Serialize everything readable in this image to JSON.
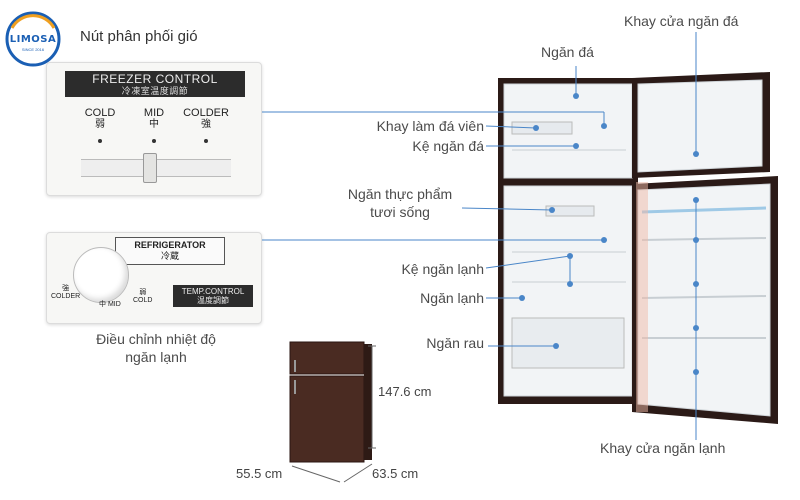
{
  "logo": {
    "name": "LIMOSA",
    "tagline": "SINCE 2016"
  },
  "heading": "Nút phân phối gió",
  "freezer_panel": {
    "title": "FREEZER CONTROL",
    "subtitle": "冷凍室温度調節",
    "settings": [
      {
        "en": "COLD",
        "kanji": "弱"
      },
      {
        "en": "MID",
        "kanji": "中"
      },
      {
        "en": "COLDER",
        "kanji": "強"
      }
    ]
  },
  "fridge_panel": {
    "title": "REFRIGERATOR",
    "title_kanji": "冷蔵",
    "temp_title": "TEMP.CONTROL",
    "temp_kanji": "温度調節",
    "knob": {
      "colder_kanji": "強",
      "colder": "COLDER",
      "mid_kanji": "中",
      "mid": "MID",
      "cold_kanji": "弱",
      "cold": "COLD"
    }
  },
  "caption_fridge_control": {
    "line1": "Điều chỉnh nhiệt độ",
    "line2": "ngăn lạnh"
  },
  "labels": {
    "ngan_da": "Ngăn đá",
    "khay_da_vien": "Khay làm đá viên",
    "ke_ngan_da": "Kệ ngăn đá",
    "tuoi_song_1": "Ngăn thực phẩm",
    "tuoi_song_2": "tươi sống",
    "ke_ngan_lanh": "Kệ ngăn lạnh",
    "ngan_lanh": "Ngăn lạnh",
    "ngan_rau": "Ngăn rau",
    "khay_cua_da": "Khay cửa ngăn đá",
    "khay_cua_lanh": "Khay cửa ngăn lạnh"
  },
  "dimensions": {
    "height": "147.6 cm",
    "width": "55.5 cm",
    "depth": "63.5 cm"
  },
  "colors": {
    "brand": "#1a5fb4",
    "leader": "#4a86c8",
    "fridge_body": "#3a2420"
  }
}
